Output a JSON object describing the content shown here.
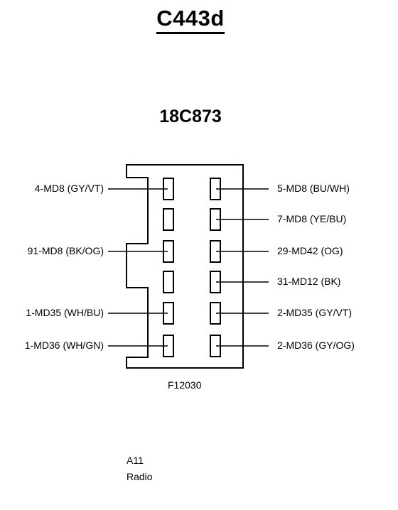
{
  "connector_id": "C443d",
  "part_number": "18C873",
  "figure_id": "F12030",
  "location": {
    "code": "A11",
    "name": "Radio"
  },
  "pins_left": [
    "4-MD8 (GY/VT)",
    "",
    "91-MD8 (BK/OG)",
    "",
    "1-MD35 (WH/BU)",
    "1-MD36 (WH/GN)"
  ],
  "pins_right": [
    "5-MD8 (BU/WH)",
    "7-MD8 (YE/BU)",
    "29-MD42 (OG)",
    "31-MD12 (BK)",
    "2-MD35 (GY/VT)",
    "2-MD36 (GY/OG)"
  ]
}
